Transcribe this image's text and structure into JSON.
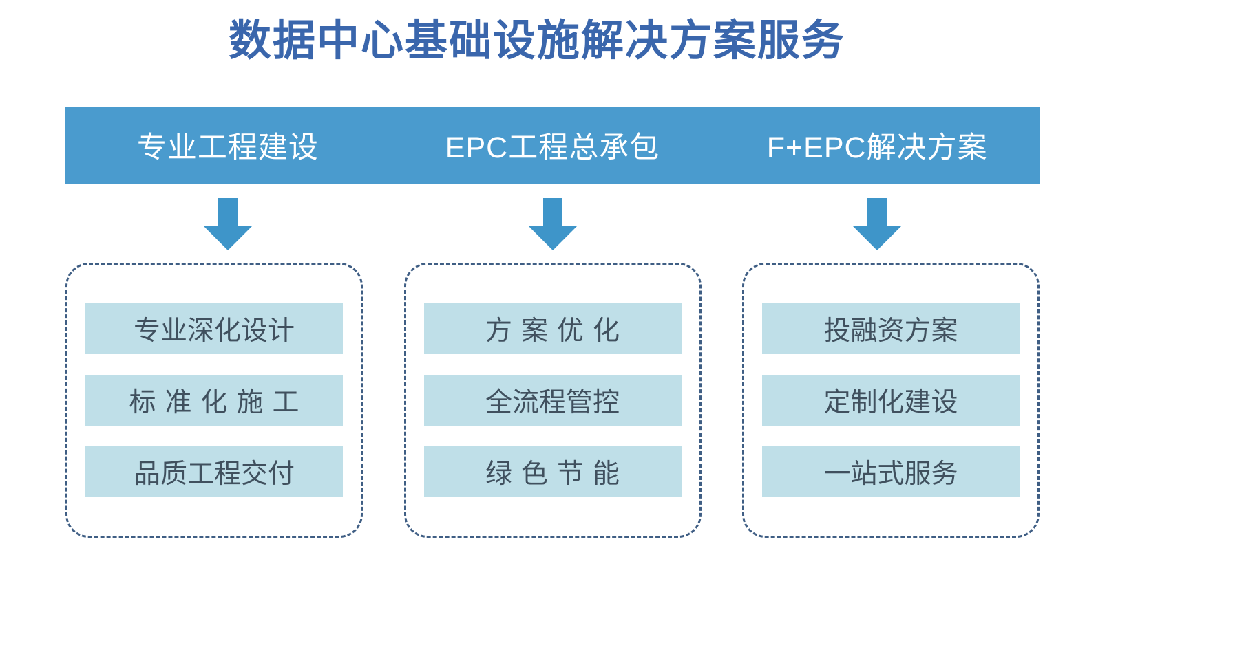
{
  "title": "数据中心基础设施解决方案服务",
  "colors": {
    "title_text": "#3A66AC",
    "header_bar": "#4A9BCE",
    "header_text": "#FFFFFF",
    "arrow": "#3E95C9",
    "dashed_border": "#3F5E84",
    "item_box_bg": "#BFDFE8",
    "item_box_text": "#40505E",
    "page_bg": "#FFFFFF"
  },
  "icons": {
    "arrow": "arrow-down-icon"
  },
  "columns": [
    {
      "header": "专业工程建设",
      "arrow_name": "arrow-down-icon-1",
      "items": [
        {
          "label": "专业深化设计",
          "spaced": false
        },
        {
          "label": "标准化施工",
          "spaced": true
        },
        {
          "label": "品质工程交付",
          "spaced": false
        }
      ]
    },
    {
      "header": "EPC工程总承包",
      "arrow_name": "arrow-down-icon-2",
      "items": [
        {
          "label": "方案优化",
          "spaced": true
        },
        {
          "label": "全流程管控",
          "spaced": false
        },
        {
          "label": "绿色节能",
          "spaced": true
        }
      ]
    },
    {
      "header": "F+EPC解决方案",
      "arrow_name": "arrow-down-icon-3",
      "items": [
        {
          "label": "投融资方案",
          "spaced": false
        },
        {
          "label": "定制化建设",
          "spaced": false
        },
        {
          "label": "一站式服务",
          "spaced": false
        }
      ]
    }
  ]
}
